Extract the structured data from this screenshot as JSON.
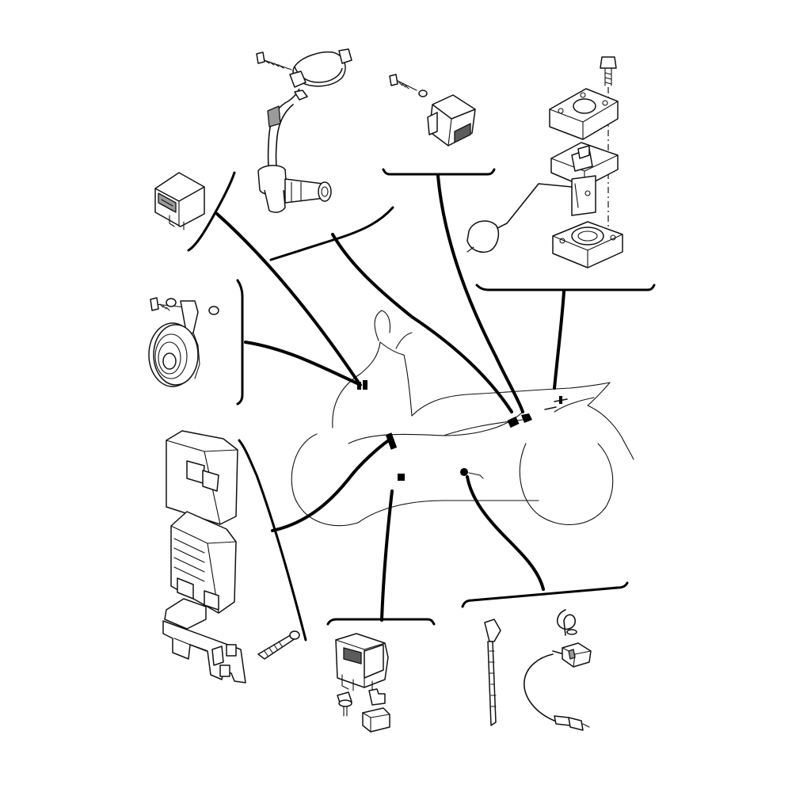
{
  "figure": {
    "background_color": "#ffffff",
    "line_color": "#111111",
    "components": [
      "ignition-coil",
      "flasher-relay",
      "relay",
      "fuel-sender",
      "horn",
      "ecu",
      "starter-relay",
      "cable-tie",
      "sensor-lead"
    ]
  }
}
